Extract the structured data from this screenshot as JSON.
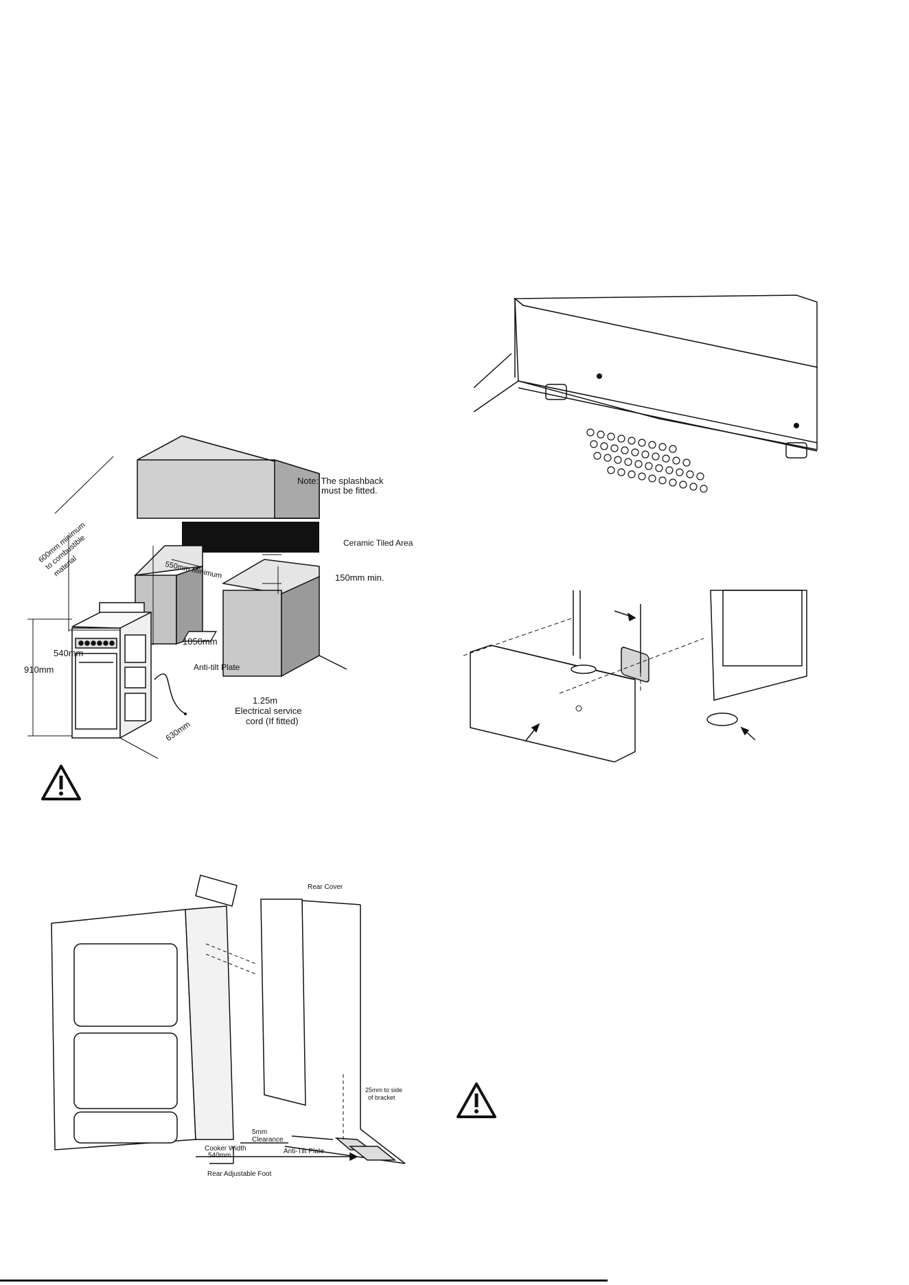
{
  "fig1": {
    "note_line1": "Note: The splashback",
    "note_line2": "must be fitted.",
    "ceramic": "Ceramic Tiled Area",
    "min150": "150mm min.",
    "min550": "550mm Minimum",
    "min600_1": "600mm minimum",
    "min600_2": "to combustible",
    "min600_3": "material",
    "w540": "540mm",
    "h910": "910mm",
    "h1050": "1050mm",
    "antitilt": "Anti-tilt Plate",
    "cord1": "1.25m",
    "cord2": "Electrical service",
    "cord3": "cord (If fitted)",
    "d630": "630mm"
  },
  "fig3": {
    "rear_cover": "Rear Cover",
    "side1": "25mm to side",
    "side2": "of bracket",
    "clear1": "5mm",
    "clear2": "Clearance",
    "width1": "Cooker Width",
    "width2": "540mm",
    "antitilt": "Anti-Tilt Plate",
    "foot": "Rear Adjustable Foot"
  }
}
